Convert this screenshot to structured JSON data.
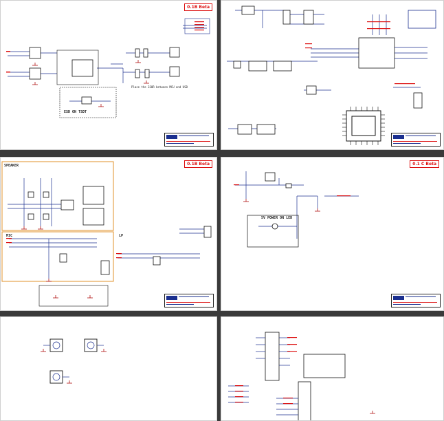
{
  "sheets": [
    {
      "id": "s1",
      "version_tag": "0.1B Beta"
    },
    {
      "id": "s2",
      "version_tag": ""
    },
    {
      "id": "s3",
      "version_tag": "0.1B Beta"
    },
    {
      "id": "s4",
      "version_tag": "0.1 C Beta"
    },
    {
      "id": "s5",
      "version_tag": ""
    },
    {
      "id": "s6",
      "version_tag": ""
    }
  ],
  "labels": {
    "s1_note": "Place the 330R between MCU and USB",
    "s1_esd": "ESD ON TSDT",
    "s3_speaker": "SPEAKER",
    "s3_mic": "MIC",
    "s3_lp": "LP",
    "s4_power": "5V POWER ON LED"
  },
  "colors": {
    "wire": "#1b2f8f",
    "part": "#111111",
    "net_red": "#d11111",
    "ground": "#b01010",
    "highlight_box": "#e0902a",
    "background": "#3a3a3a"
  }
}
